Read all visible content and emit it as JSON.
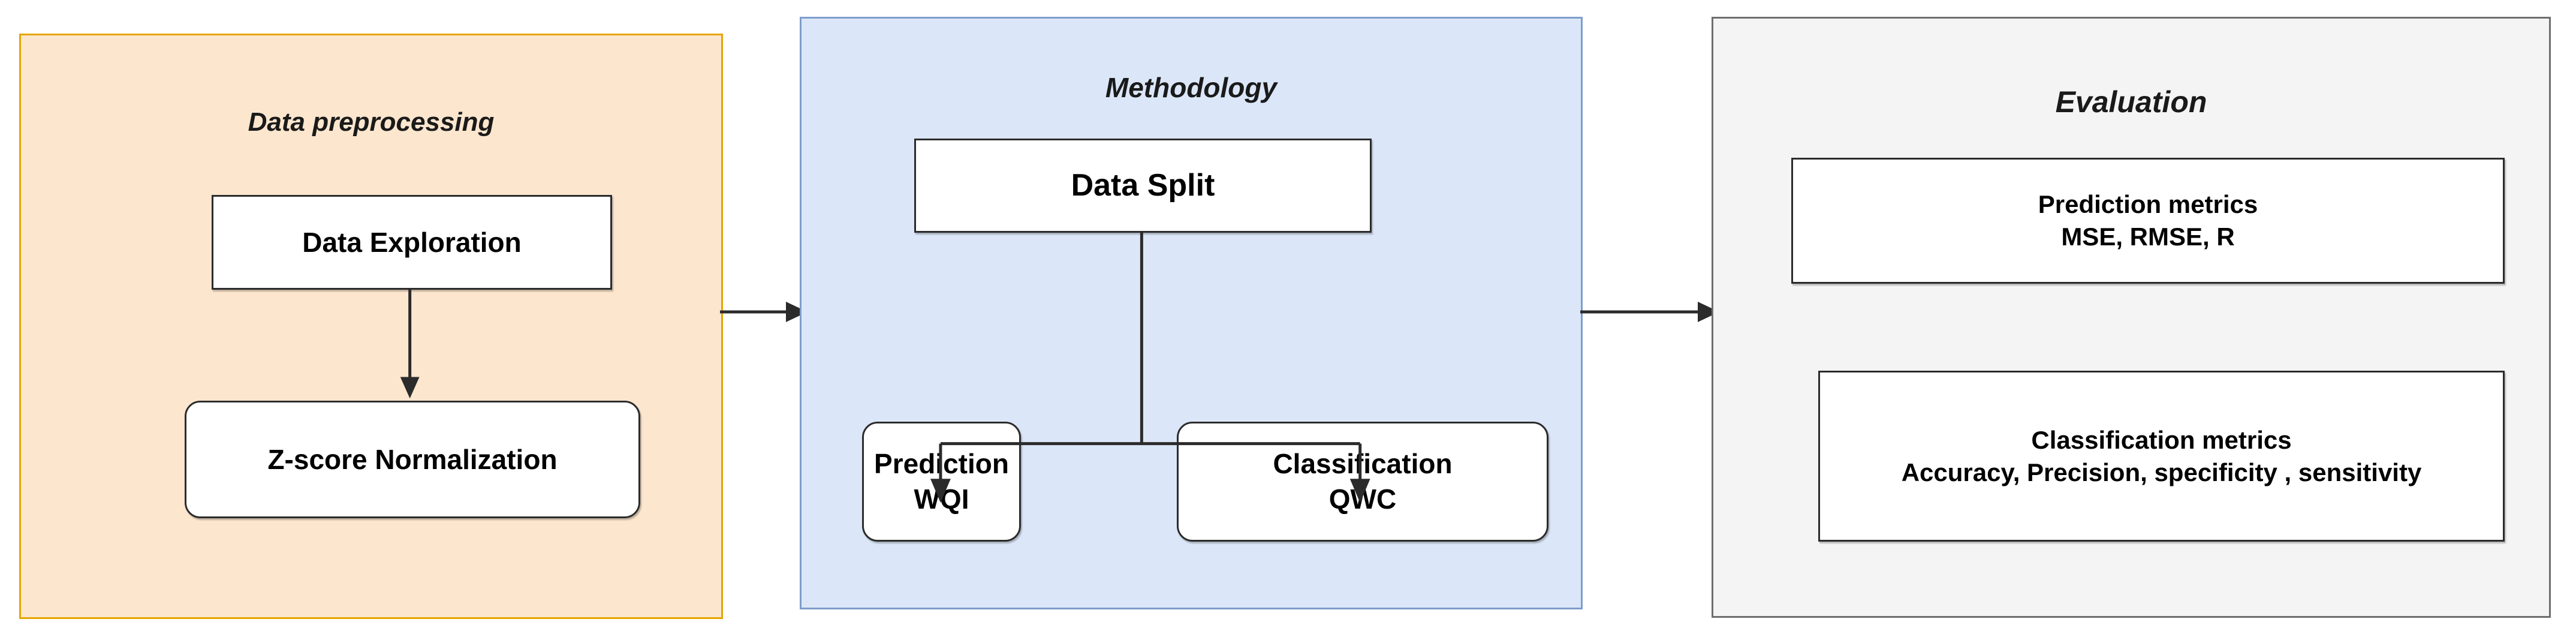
{
  "diagram": {
    "title": "Water quality prediction and classification workflow",
    "colors": {
      "preprocessing_fill": "#FCE6CE",
      "preprocessing_border": "#E6A500",
      "methodology_fill": "#DBE7F8",
      "methodology_border": "#7E9DCB",
      "evaluation_fill": "#F4F4F4",
      "evaluation_border": "#6E6E6E",
      "node_fill": "#FFFFFF",
      "node_border": "#2B2B2B",
      "connector": "#2B2B2B"
    },
    "stages": [
      {
        "id": "preprocessing",
        "title": "Data preprocessing",
        "nodes": [
          {
            "id": "data-exploration",
            "label": "Data Exploration",
            "shape": "rectangle"
          },
          {
            "id": "zscore-normalization",
            "label_lead": "Z",
            "label_rest": "-score Normalization",
            "shape": "rounded-rectangle"
          }
        ]
      },
      {
        "id": "methodology",
        "title": "Methodology",
        "nodes": [
          {
            "id": "data-split",
            "label": "Data Split",
            "shape": "rectangle"
          },
          {
            "id": "prediction-wqi",
            "label": "Prediction WQI",
            "shape": "rounded-rectangle"
          },
          {
            "id": "classification-qwc",
            "line1": "Classification",
            "line2": "QWC",
            "shape": "rounded-rectangle"
          }
        ]
      },
      {
        "id": "evaluation",
        "title": "Evaluation",
        "nodes": [
          {
            "id": "prediction-metrics",
            "line1": "Prediction  metrics",
            "line2": "MSE, RMSE, R",
            "shape": "rectangle"
          },
          {
            "id": "classification-metrics",
            "line1": "Classification metrics",
            "line2": "Accuracy, Precision, specificity , sensitivity",
            "shape": "rectangle"
          }
        ]
      }
    ],
    "connectors": [
      {
        "id": "exploration-to-zscore",
        "from": "data-exploration",
        "to": "zscore-normalization",
        "kind": "arrow-down"
      },
      {
        "id": "split-to-prediction",
        "from": "data-split",
        "to": "prediction-wqi",
        "kind": "elbow-arrow"
      },
      {
        "id": "split-to-classification",
        "from": "data-split",
        "to": "classification-qwc",
        "kind": "elbow-arrow"
      },
      {
        "id": "preprocessing-to-methodology",
        "from": "preprocessing",
        "to": "methodology",
        "kind": "arrow-right"
      },
      {
        "id": "methodology-to-evaluation",
        "from": "methodology",
        "to": "evaluation",
        "kind": "arrow-right"
      }
    ]
  }
}
